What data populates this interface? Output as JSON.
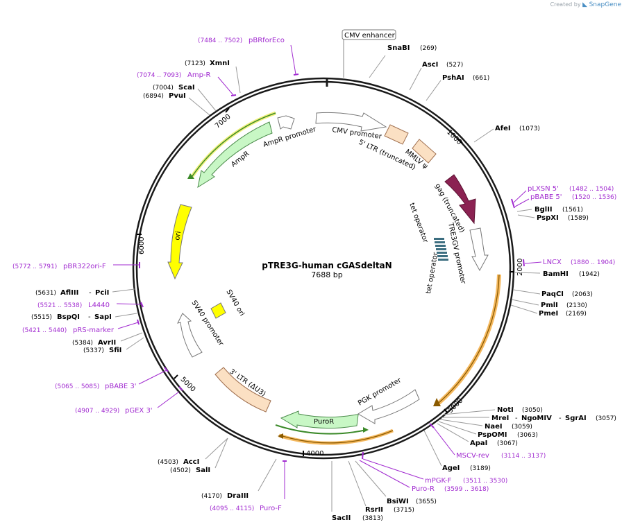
{
  "credit": {
    "prefix": "Created by",
    "brand": "SnapGene"
  },
  "plasmid": {
    "name": "pTRE3G-human cGASdeltaN",
    "size": "7688 bp"
  },
  "ticks": [
    "1000",
    "2000",
    "3000",
    "4000",
    "5000",
    "6000",
    "7000"
  ],
  "enzymes": [
    {
      "name": "SnaBI",
      "pos": "(269)"
    },
    {
      "name": "AscI",
      "pos": "(527)"
    },
    {
      "name": "PshAI",
      "pos": "(661)"
    },
    {
      "name": "AfeI",
      "pos": "(1073)"
    },
    {
      "name": "BglII",
      "pos": "(1561)"
    },
    {
      "name": "PspXI",
      "pos": "(1589)"
    },
    {
      "name": "BamHI",
      "pos": "(1942)"
    },
    {
      "name": "PaqCI",
      "pos": "(2063)"
    },
    {
      "name": "PmlI",
      "pos": "(2130)"
    },
    {
      "name": "PmeI",
      "pos": "(2169)"
    },
    {
      "name": "NotI",
      "pos": "(3050)"
    },
    {
      "name": "MreI",
      "sep1": "-",
      "name2": "NgoMIV",
      "sep2": "-",
      "name3": "SgrAI",
      "pos": "(3057)"
    },
    {
      "name": "NaeI",
      "pos": "(3059)"
    },
    {
      "name": "PspOMI",
      "pos": "(3063)"
    },
    {
      "name": "ApaI",
      "pos": "(3067)"
    },
    {
      "name": "AgeI",
      "pos": "(3189)"
    },
    {
      "name": "BsiWI",
      "pos": "(3655)"
    },
    {
      "name": "RsrII",
      "pos": "(3715)"
    },
    {
      "name": "SacII",
      "pos": "(3813)"
    },
    {
      "name": "DraIII",
      "pos": "(4170)"
    },
    {
      "name": "AccI",
      "pos": "(4503)"
    },
    {
      "name": "SalI",
      "pos": "(4502)"
    },
    {
      "name": "SfiI",
      "pos": "(5337)"
    },
    {
      "name": "AvrII",
      "pos": "(5384)"
    },
    {
      "name": "BspQI",
      "sep1": "-",
      "name2": "SapI",
      "pos": "(5515)"
    },
    {
      "name": "AflIII",
      "sep1": "-",
      "name2": "PciI",
      "pos": "(5631)"
    },
    {
      "name": "PvuI",
      "pos": "(6894)"
    },
    {
      "name": "ScaI",
      "pos": "(7004)"
    },
    {
      "name": "XmnI",
      "pos": "(7123)"
    }
  ],
  "primers": [
    {
      "name": "pLXSN 5'",
      "range": "(1482 .. 1504)"
    },
    {
      "name": "pBABE 5'",
      "range": "(1520 .. 1536)"
    },
    {
      "name": "LNCX",
      "range": "(1880 .. 1904)"
    },
    {
      "name": "MSCV-rev",
      "range": "(3114 .. 3137)"
    },
    {
      "name": "mPGK-F",
      "range": "(3511 .. 3530)"
    },
    {
      "name": "Puro-R",
      "range": "(3599 .. 3618)"
    },
    {
      "name": "Puro-F",
      "range": "(4095 .. 4115)"
    },
    {
      "name": "pGEX 3'",
      "range": "(4907 .. 4929)"
    },
    {
      "name": "pBABE 3'",
      "range": "(5065 .. 5085)"
    },
    {
      "name": "pRS-marker",
      "range": "(5421 .. 5440)"
    },
    {
      "name": "L4440",
      "range": "(5521 .. 5538)"
    },
    {
      "name": "pBR322ori-F",
      "range": "(5772 .. 5791)"
    },
    {
      "name": "Amp-R",
      "range": "(7074 .. 7093)"
    },
    {
      "name": "pBRforEco",
      "range": "(7484 .. 7502)"
    }
  ],
  "features": {
    "cmv_enhancer": "CMV enhancer",
    "cmv_promoter": "CMV promoter",
    "ltr5": "5' LTR (truncated)",
    "mmlv": "MMLV ψ",
    "gag": "gag (truncated)",
    "tre3gv": "TRE3GV promoter",
    "tet_op1": "tet operator",
    "tet_op2": "tet operator",
    "pgk": "PGK promoter",
    "puror": "PuroR",
    "ltr3": "3' LTR (ΔU3)",
    "sv40_promoter": "SV40 promoter",
    "sv40_ori": "SV40 ori",
    "ori": "ori",
    "ampr": "AmpR",
    "ampr_promoter": "AmpR promoter"
  },
  "colors": {
    "backbone": "#1a1a1a",
    "enzyme": "#000000",
    "primer": "#a12bd0",
    "gag": "#8b2252",
    "ori": "#ffff00",
    "ampr": "#c8f7c5",
    "ltr": "#fbe0c3",
    "orf_highlight": "#f5b95f",
    "tet": "#3c6e80"
  }
}
